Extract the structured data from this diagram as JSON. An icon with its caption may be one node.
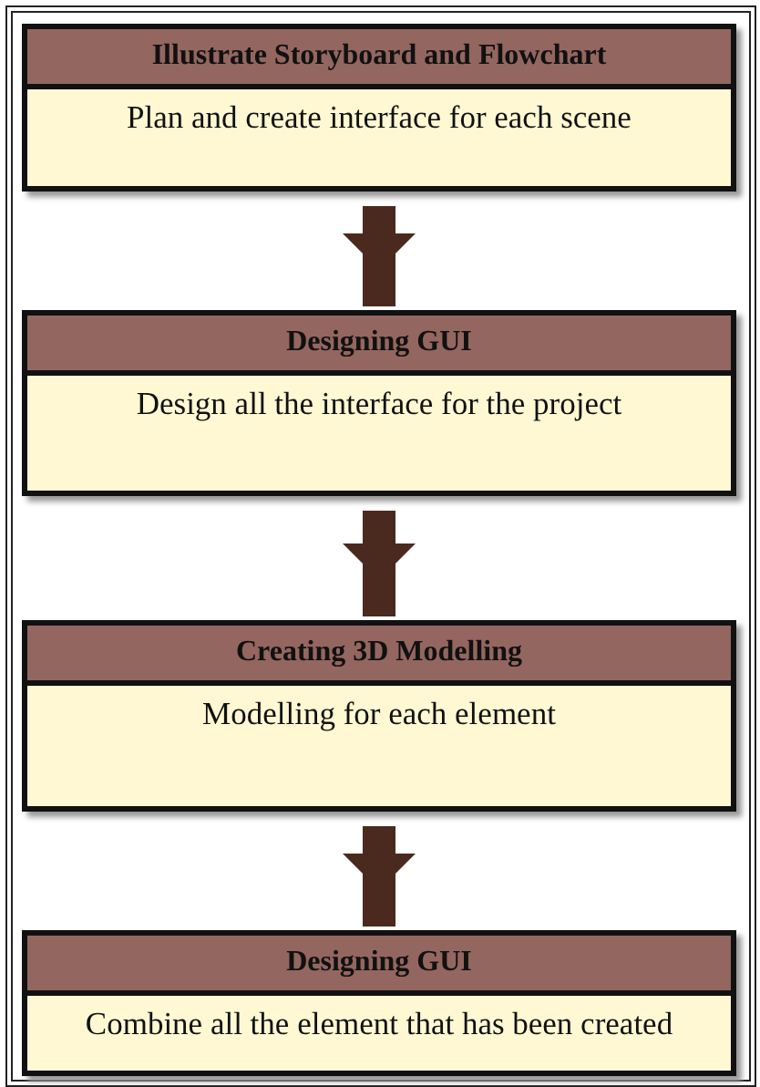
{
  "diagram": {
    "nodes": [
      {
        "text": [
          "Illustrate Storyboard and Flowchart",
          "Plan and create interface for each scene"
        ]
      },
      {
        "text": [
          "Designing GUI",
          "Design all the interface for the project"
        ]
      },
      {
        "text": [
          "Creating 3D Modelling",
          "Modelling for each element"
        ]
      },
      {
        "text": [
          "Designing GUI",
          "Combine all the element that has been created"
        ]
      }
    ],
    "edges": [
      {
        "from": 0,
        "to": 1,
        "arrow": "to"
      },
      {
        "from": 1,
        "to": 2,
        "arrow": "to"
      },
      {
        "from": 2,
        "to": 3,
        "arrow": "to"
      }
    ]
  }
}
